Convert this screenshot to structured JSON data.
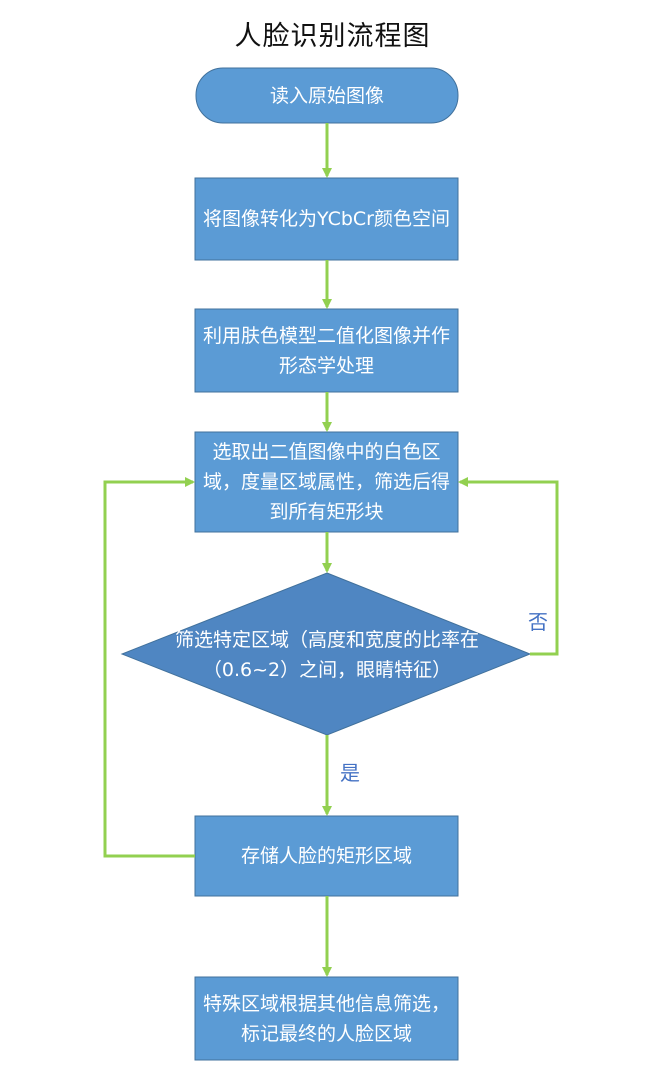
{
  "title": "人脸识别流程图",
  "colors": {
    "node_fill": "#5b9bd5",
    "node_stroke": "#41719c",
    "diamond_fill": "#4f86c2",
    "arrow": "#92d050",
    "label": "#4472c4"
  },
  "nodes": {
    "start": "读入原始图像",
    "convert": "将图像转化为YCbCr颜色空间",
    "binarize": "利用肤色模型二值化图像并作形态学处理",
    "select": "选取出二值图像中的白色区域，度量区域属性，筛选后得到所有矩形块",
    "decision": "筛选特定区域（高度和宽度的比率在（0.6~2）之间，眼睛特征）",
    "store": "存储人脸的矩形区域",
    "final": "特殊区域根据其他信息筛选，标记最终的人脸区域"
  },
  "edge_labels": {
    "yes": "是",
    "no": "否"
  }
}
